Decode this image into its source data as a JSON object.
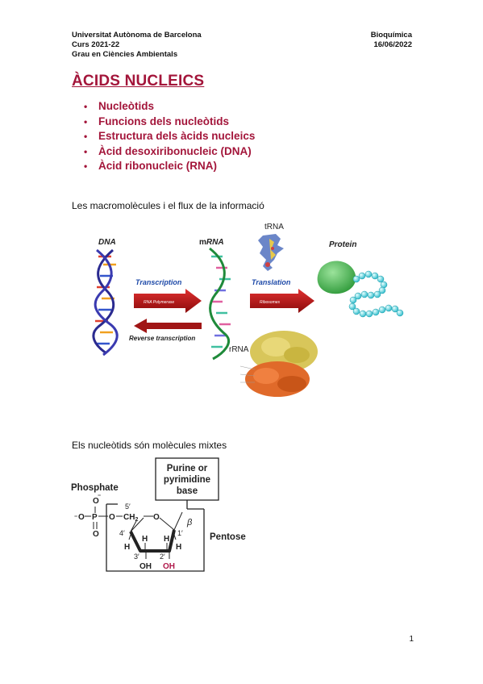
{
  "header": {
    "left": [
      "Universitat Autònoma de Barcelona",
      "Curs 2021-22",
      "Grau en Ciències Ambientals"
    ],
    "right": [
      "Bioquímica",
      "16/06/2022"
    ]
  },
  "title": "ÀCIDS NUCLEICS",
  "toc": [
    "Nucleòtids",
    "Funcions dels nucleòtids",
    "Estructura dels àcids nucleics",
    "Àcid desoxiribonucleic (DNA)",
    "Àcid ribonucleic (RNA)"
  ],
  "section1": "Les macromolècules i el flux de la informació",
  "figure1": {
    "dna": "DNA",
    "mrna_m": "m",
    "mrna_rna": "RNA",
    "trna": "tRNA",
    "protein": "Protein",
    "transcription": "Transcription",
    "rna_polymerase": "RNA Polymerase",
    "translation": "Translation",
    "ribosomes": "Ribosomes",
    "reverse": "Reverse transcription",
    "rrna": "rRNA"
  },
  "section2": "Els nucleòtids són molècules mixtes",
  "figure2": {
    "phosphate": "Phosphate",
    "base1": "Purine or",
    "base2": "pyrimidine",
    "base3": "base",
    "pentose": "Pentose",
    "beta": "β",
    "c5": "5′",
    "c4": "4′",
    "c3": "3′",
    "c2": "2′",
    "c1": "1′",
    "o_top": "O",
    "o_minus": "O",
    "o_bottom": "O",
    "p": "P",
    "o_bridge": "O",
    "ch2": "CH",
    "ch2_sub": "2",
    "o_ring": "O",
    "h": "H",
    "oh3": "OH",
    "oh2": "OH",
    "minus1": "⁻",
    "minus2": "⁻"
  },
  "page_number": "1"
}
